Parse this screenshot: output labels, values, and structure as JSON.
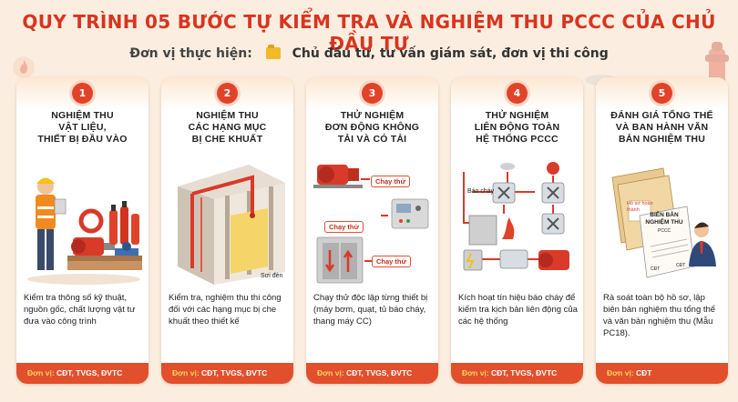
{
  "title": "QUY TRÌNH 05 BƯỚC TỰ KIỂM TRA VÀ NGHIỆM THU PCCC CỦA CHỦ ĐẦU TƯ",
  "subtitle": {
    "label": "Đơn vị thực hiện:",
    "value": "Chủ đầu tư, tư vấn giám sát, đơn vị thi công",
    "icon": "folder-icon"
  },
  "colors": {
    "accent": "#e24f2c",
    "title": "#d9341f",
    "background": "#fbeee0"
  },
  "steps": [
    {
      "number": "1",
      "title_lines": [
        "NGHIỆM THU",
        "VẬT LIỆU,",
        "THIẾT BỊ ĐẦU VÀO"
      ],
      "description": "Kiểm tra thông số kỹ thuật, nguồn gốc, chất lượng vật tư đưa vào công trình",
      "footer_label": "Đơn vị:",
      "footer_value": "CĐT, TVGS, ĐVTC"
    },
    {
      "number": "2",
      "title_lines": [
        "NGHIỆM THU",
        "CÁC HẠNG MỤC",
        "BỊ CHE KHUẤT"
      ],
      "description": "Kiểm tra, nghiệm thu thi công đối với các hạng mục bị che khuất theo thiết kế",
      "footer_label": "Đơn vị:",
      "footer_value": "CĐT, TVGS, ĐVTC",
      "illus_label": "Sơi đèn"
    },
    {
      "number": "3",
      "title_lines": [
        "THỬ NGHIỆM",
        "ĐƠN ĐỘNG KHÔNG",
        "TẢI VÀ CÓ TẢI"
      ],
      "description": "Chạy thử độc lập từng thiết bị (máy bơm, quạt, tủ báo cháy, thang máy CC)",
      "footer_label": "Đơn vị:",
      "footer_value": "CĐT, TVGS, ĐVTC",
      "tags": [
        "Chạy thử",
        "Chạy thử",
        "Chạy thử"
      ]
    },
    {
      "number": "4",
      "title_lines": [
        "THỬ NGHIỆM",
        "LIÊN ĐỘNG TOÀN",
        "HỆ THỐNG PCCC"
      ],
      "description": "Kích hoạt tín hiệu báo cháy để kiểm tra kịch bản liên động của các hệ thống",
      "footer_label": "Đơn vị:",
      "footer_value": "CĐT, TVGS, ĐVTC",
      "illus_label": "Báo cháy"
    },
    {
      "number": "5",
      "title_lines": [
        "ĐÁNH GIÁ TỔNG THỂ",
        "VÀ BAN HÀNH VĂN",
        "BẢN NGHIỆM THU"
      ],
      "description": "Rà soát toàn bộ hồ sơ, lập biên bản nghiệm thu tổng thể và  văn bản nghiệm thu (Mẫu PC18).",
      "footer_label": "Đơn vị:",
      "footer_value": "CĐT",
      "doc_labels": [
        "Hồ sơ hoàn thành",
        "BIÊN BẢN NGHIỆM THU",
        "PCCC",
        "CĐT",
        "CĐT"
      ]
    }
  ]
}
